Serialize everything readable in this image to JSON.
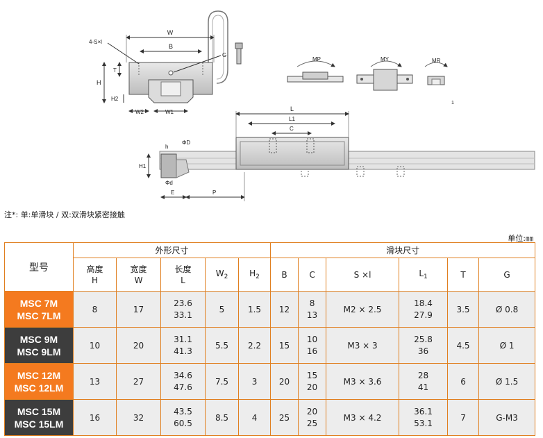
{
  "diagram": {
    "labels": {
      "w": "W",
      "b": "B",
      "sxl": "4-S×l",
      "g": "G",
      "t": "T",
      "h": "H",
      "h2": "H2",
      "w2": "W2",
      "w1": "W1",
      "l": "L",
      "l1": "L1",
      "c": "C",
      "phi_d_upper": "ΦD",
      "h_small": "h",
      "h1": "H1",
      "phi_d_lower": "Φd",
      "e": "E",
      "p": "P",
      "mp": "MP",
      "my": "MY",
      "mr": "MR",
      "one": "1"
    }
  },
  "note": "注*: 单:单滑块 / 双:双滑块紧密接触",
  "unit": "单位:㎜",
  "table": {
    "model_header": "型号",
    "group_outer": "外形尺寸",
    "group_block": "滑块尺寸",
    "columns": [
      {
        "top": "高度",
        "bottom": "H"
      },
      {
        "top": "宽度",
        "bottom": "W"
      },
      {
        "top": "长度",
        "bottom": "L"
      },
      {
        "main": "W",
        "sub": "2"
      },
      {
        "main": "H",
        "sub": "2"
      },
      {
        "main": "B"
      },
      {
        "main": "C"
      },
      {
        "main": "S ×l"
      },
      {
        "main": "L",
        "sub": "1"
      },
      {
        "main": "T"
      },
      {
        "main": "G"
      }
    ],
    "rows": [
      {
        "model": [
          "MSC 7M",
          "MSC 7LM"
        ],
        "style": "orange",
        "h": "8",
        "w": "17",
        "l": [
          "23.6",
          "33.1"
        ],
        "w2": "5",
        "h2": "1.5",
        "b": "12",
        "c": [
          "8",
          "13"
        ],
        "sxl": "M2 × 2.5",
        "l1": [
          "18.4",
          "27.9"
        ],
        "t": "3.5",
        "g": "Ø 0.8"
      },
      {
        "model": [
          "MSC 9M",
          "MSC 9LM"
        ],
        "style": "dark",
        "h": "10",
        "w": "20",
        "l": [
          "31.1",
          "41.3"
        ],
        "w2": "5.5",
        "h2": "2.2",
        "b": "15",
        "c": [
          "10",
          "16"
        ],
        "sxl": "M3 × 3",
        "l1": [
          "25.8",
          "36"
        ],
        "t": "4.5",
        "g": "Ø 1"
      },
      {
        "model": [
          "MSC 12M",
          "MSC 12LM"
        ],
        "style": "orange",
        "h": "13",
        "w": "27",
        "l": [
          "34.6",
          "47.6"
        ],
        "w2": "7.5",
        "h2": "3",
        "b": "20",
        "c": [
          "15",
          "20"
        ],
        "sxl": "M3 × 3.6",
        "l1": [
          "28",
          "41"
        ],
        "t": "6",
        "g": "Ø 1.5"
      },
      {
        "model": [
          "MSC 15M",
          "MSC 15LM"
        ],
        "style": "dark",
        "h": "16",
        "w": "32",
        "l": [
          "43.5",
          "60.5"
        ],
        "w2": "8.5",
        "h2": "4",
        "b": "25",
        "c": [
          "20",
          "25"
        ],
        "sxl": "M3 × 4.2",
        "l1": [
          "36.1",
          "53.1"
        ],
        "t": "7",
        "g": "G-M3"
      }
    ]
  },
  "colors": {
    "accent_orange": "#f47a1f",
    "dark_cell": "#3d3d3d",
    "border": "#e07f1f",
    "cell_bg": "#ededed"
  }
}
